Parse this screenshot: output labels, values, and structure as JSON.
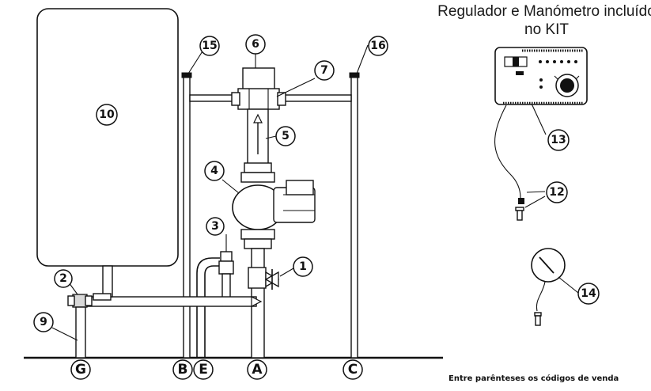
{
  "header": {
    "title_line1": "Regulador e Manómetro incluído",
    "title_line2": "no KIT"
  },
  "footnote": "Entre parênteses os códigos de venda",
  "callouts": [
    "1",
    "2",
    "3",
    "4",
    "5",
    "6",
    "7",
    "9",
    "10",
    "12",
    "13",
    "14",
    "15",
    "16"
  ],
  "ports": [
    "G",
    "B",
    "E",
    "A",
    "C"
  ]
}
